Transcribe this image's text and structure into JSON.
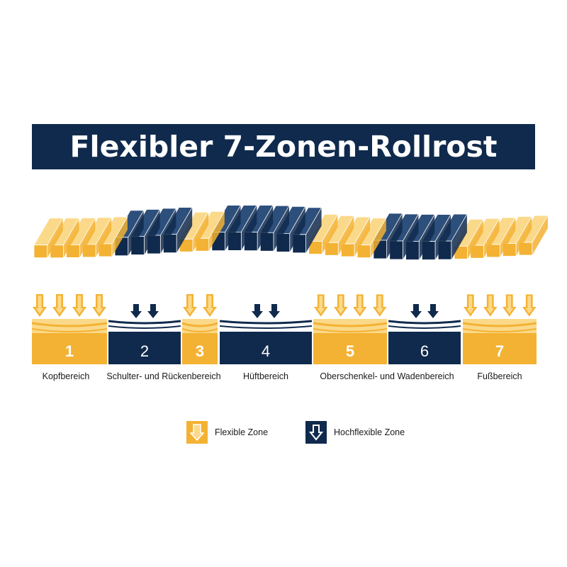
{
  "title": "Flexibler 7-Zonen-Rollrost",
  "colors": {
    "flexible": "#f3b233",
    "flexible_light": "#fbd98a",
    "hochflexible": "#102a4d",
    "hochflexible_light": "#2d4f7c"
  },
  "zones": [
    {
      "number": "1",
      "type": "flexible",
      "arrows": 4
    },
    {
      "number": "2",
      "type": "hochflexible",
      "arrows": 2
    },
    {
      "number": "3",
      "type": "flexible",
      "arrows": 2
    },
    {
      "number": "4",
      "type": "hochflexible",
      "arrows": 2
    },
    {
      "number": "5",
      "type": "flexible",
      "arrows": 4
    },
    {
      "number": "6",
      "type": "hochflexible",
      "arrows": 2
    },
    {
      "number": "7",
      "type": "flexible",
      "arrows": 4
    }
  ],
  "labels": [
    "Kopfbereich",
    "Schulter- und Rückenbereich",
    "Hüftbereich",
    "Oberschenkel- und Wadenbereich",
    "Fußbereich"
  ],
  "legend": {
    "flexible": "Flexible Zone",
    "hochflexible": "Hochflexible Zone"
  },
  "slats": [
    "flexible",
    "flexible",
    "flexible",
    "flexible",
    "flexible",
    "hochflexible",
    "hochflexible",
    "hochflexible",
    "hochflexible",
    "flexible",
    "flexible",
    "hochflexible",
    "hochflexible",
    "hochflexible",
    "hochflexible",
    "hochflexible",
    "hochflexible",
    "flexible",
    "flexible",
    "flexible",
    "flexible",
    "hochflexible",
    "hochflexible",
    "hochflexible",
    "hochflexible",
    "hochflexible",
    "flexible",
    "flexible",
    "flexible",
    "flexible",
    "flexible"
  ]
}
